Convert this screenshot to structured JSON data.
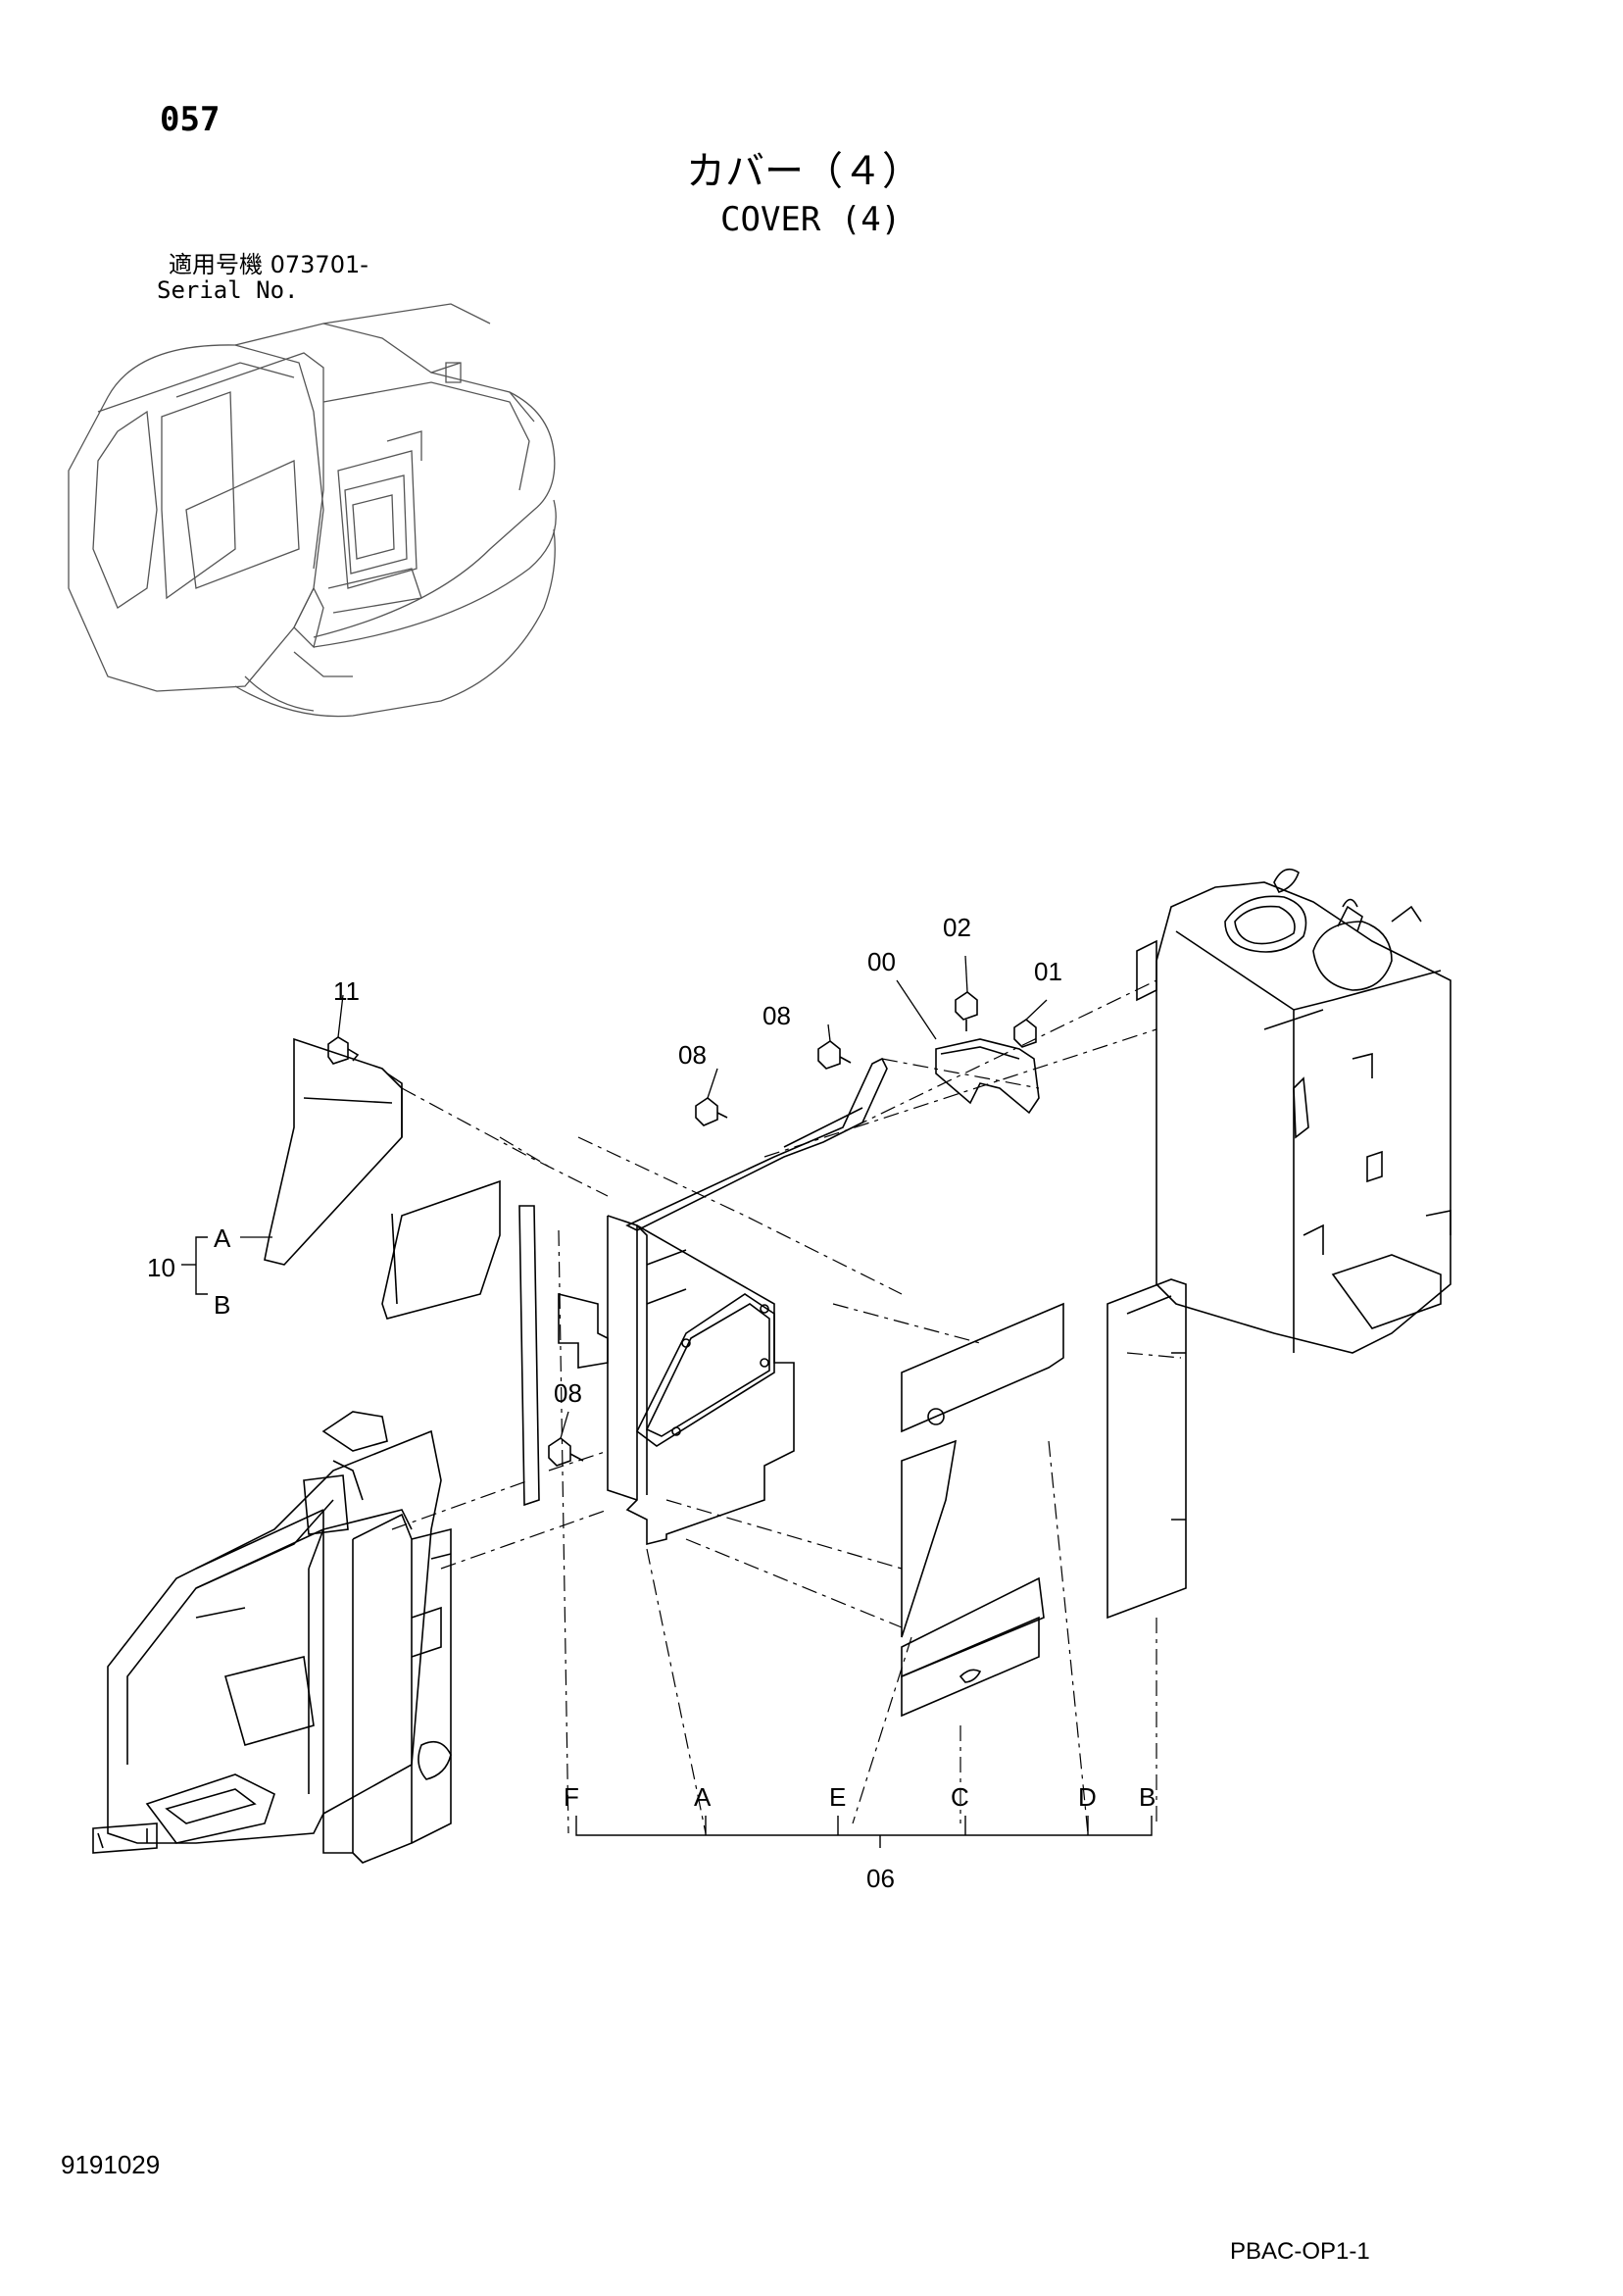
{
  "page_number": "057",
  "title_jp": "カバー（４）",
  "title_en": "COVER (4)",
  "serial_jp": "適用号機  073701-",
  "serial_en": "Serial No.",
  "callouts": {
    "c11": "11",
    "c10": "10",
    "c10a": "A",
    "c10b": "B",
    "c08a": "08",
    "c08b": "08",
    "c08c": "08",
    "c00": "00",
    "c02": "02",
    "c01": "01",
    "c06": "06",
    "bF": "F",
    "bA": "A",
    "bE": "E",
    "bC": "C",
    "bD": "D",
    "bB": "B"
  },
  "doc_number": "9191029",
  "ref_code": "PBAC-OP1-1"
}
